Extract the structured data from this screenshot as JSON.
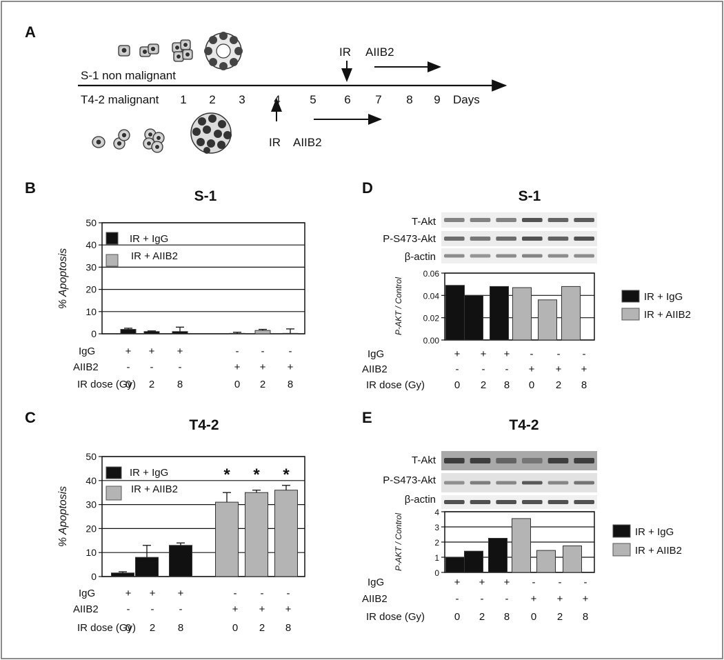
{
  "panels": {
    "A": "A",
    "B": "B",
    "C": "C",
    "D": "D",
    "E": "E"
  },
  "timeline": {
    "s1_label": "S-1 non malignant",
    "t42_label": "T4-2 malignant",
    "days": [
      "1",
      "2",
      "3",
      "4",
      "5",
      "6",
      "7",
      "8",
      "9"
    ],
    "days_label": "Days",
    "treat_top": {
      "ir": "IR",
      "ab": "AIIB2",
      "day": 6
    },
    "treat_bottom": {
      "ir": "IR",
      "ab": "AIIB2",
      "day": 4
    }
  },
  "conditions": {
    "rows": [
      "IgG",
      "AIIB2",
      "IR dose  (Gy)"
    ],
    "igg": [
      "+",
      "+",
      "+",
      "-",
      "-",
      "-"
    ],
    "aiib2": [
      "-",
      "-",
      "-",
      "+",
      "+",
      "+"
    ],
    "dose": [
      "0",
      "2",
      "8",
      "0",
      "2",
      "8"
    ]
  },
  "legend": {
    "igg": "IR + IgG",
    "aiib2": "IR + AIIB2"
  },
  "blots": {
    "labels": [
      "T-Akt",
      "P-S473-Akt",
      "β-actin"
    ]
  },
  "colors": {
    "igg": "#111111",
    "aiib2": "#b4b4b4"
  },
  "chart_data": [
    {
      "panel": "B",
      "type": "bar",
      "title": "S-1",
      "ylabel": "% Apoptosis",
      "ylim": [
        0,
        50
      ],
      "yticks": [
        "0",
        "10",
        "20",
        "30",
        "40",
        "50"
      ],
      "series": [
        {
          "name": "IR + IgG",
          "values": [
            2,
            1,
            1
          ],
          "errors": [
            0.5,
            0.3,
            2
          ]
        },
        {
          "name": "IR + AIIB2",
          "values": [
            0.2,
            1.5,
            0.2
          ],
          "errors": [
            0.5,
            0.5,
            2
          ]
        }
      ]
    },
    {
      "panel": "C",
      "type": "bar",
      "title": "T4-2",
      "ylabel": "% Apoptosis",
      "ylim": [
        0,
        50
      ],
      "yticks": [
        "0",
        "10",
        "20",
        "30",
        "40",
        "50"
      ],
      "series": [
        {
          "name": "IR + IgG",
          "values": [
            1.5,
            8,
            13
          ],
          "errors": [
            0.5,
            5,
            1
          ]
        },
        {
          "name": "IR + AIIB2",
          "values": [
            31,
            35,
            36
          ],
          "errors": [
            4,
            1,
            2
          ]
        }
      ],
      "annotations": [
        "*",
        "*",
        "*"
      ]
    },
    {
      "panel": "D",
      "type": "bar",
      "title": "S-1",
      "ylabel": "P-AKT / Control",
      "ylim": [
        0,
        0.06
      ],
      "yticks": [
        "0.00",
        "0.02",
        "0.04",
        "0.06"
      ],
      "series": [
        {
          "name": "IR + IgG",
          "values": [
            0.049,
            0.04,
            0.048
          ]
        },
        {
          "name": "IR + AIIB2",
          "values": [
            0.047,
            0.036,
            0.048
          ]
        }
      ]
    },
    {
      "panel": "E",
      "type": "bar",
      "title": "T4-2",
      "ylabel": "P-AKT / Control",
      "ylim": [
        0,
        4
      ],
      "yticks": [
        "0",
        "1",
        "2",
        "3",
        "4"
      ],
      "series": [
        {
          "name": "IR + IgG",
          "values": [
            1,
            1.4,
            2.25
          ]
        },
        {
          "name": "IR + AIIB2",
          "values": [
            3.55,
            1.45,
            1.75
          ]
        }
      ]
    }
  ]
}
